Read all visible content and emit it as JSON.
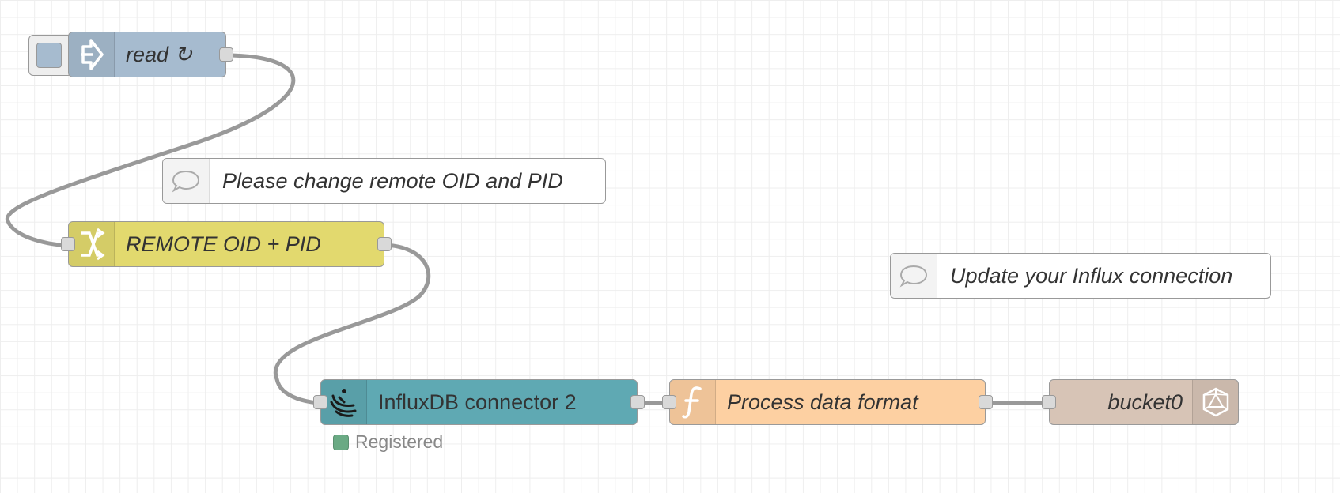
{
  "colors": {
    "inject": "#a6bbcf",
    "change": "#e2d96e",
    "influx_connector": "#5fa9b3",
    "function": "#fdd0a2",
    "bucket": "#d7c4b6",
    "wire": "#999999",
    "status_registered": "#6aaa84"
  },
  "nodes": {
    "read": {
      "label": "read ↻",
      "icon": "arrow-right-icon"
    },
    "remote_oid_pid": {
      "label": "REMOTE OID + PID",
      "icon": "shuffle-icon"
    },
    "influx_connector": {
      "label": "InfluxDB connector 2",
      "icon": "influx-wave-icon",
      "status": "Registered"
    },
    "process_data": {
      "label": "Process data format",
      "icon": "function-icon"
    },
    "bucket": {
      "label": "bucket0",
      "icon": "polyhedron-icon"
    }
  },
  "comments": {
    "change_ids": {
      "label": "Please change remote OID and PID",
      "icon": "speech-bubble-icon"
    },
    "update_influx": {
      "label": "Update your Influx connection",
      "icon": "speech-bubble-icon"
    }
  }
}
